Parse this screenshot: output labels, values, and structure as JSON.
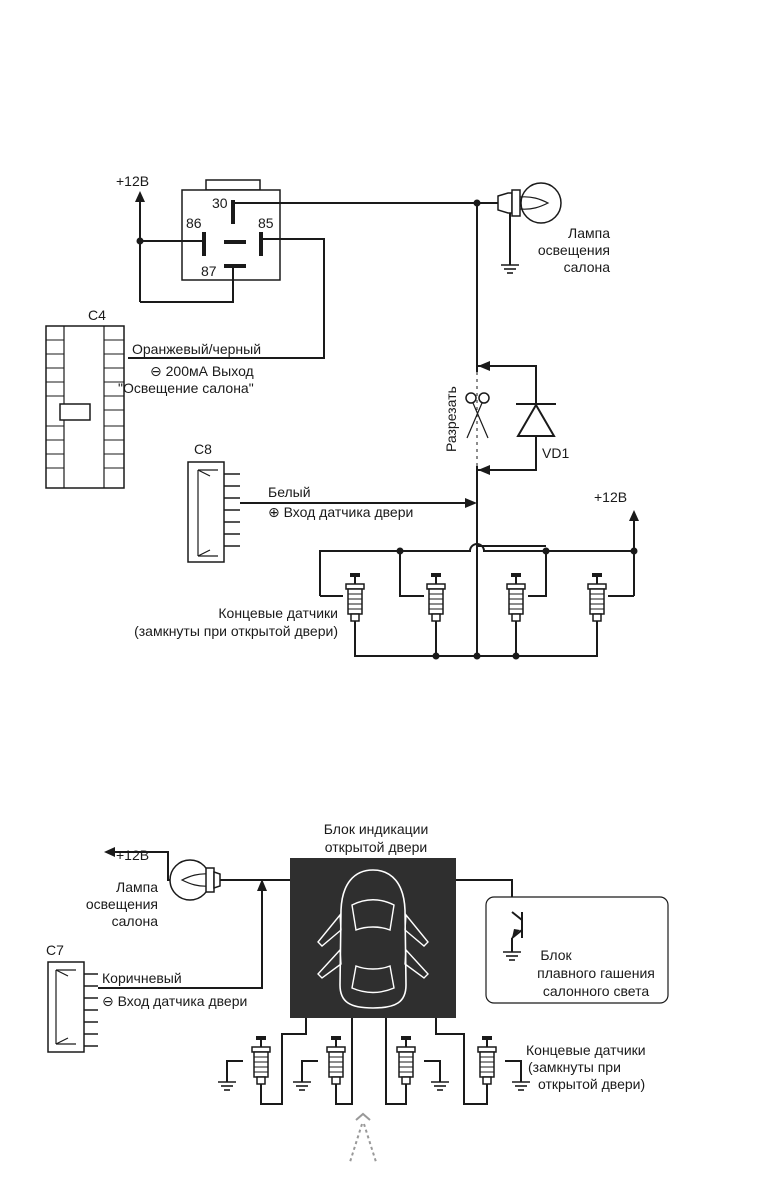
{
  "top": {
    "plus12_left": "+12В",
    "plus12_right": "+12В",
    "relay_pins": [
      "30",
      "86",
      "85",
      "87"
    ],
    "lamp_label": [
      "Лампа",
      "освещения",
      "салона"
    ],
    "c4_label": "С4",
    "c4_wire_color": "Оранжевый/черный",
    "c4_wire_desc": [
      "⊖ 200мА   Выход",
      "\"Освещение салона\""
    ],
    "c8_label": "С8",
    "c8_wire_color": "Белый",
    "c8_wire_desc": "⊕ Вход датчика двери",
    "cut_label": "Разрезать",
    "diode_label": "VD1",
    "switch_label": [
      "Концевые датчики",
      "(замкнуты при открытой двери)"
    ]
  },
  "bottom": {
    "plus12": "+12В",
    "lamp_label": [
      "Лампа",
      "освещения",
      "салона"
    ],
    "indicator_label": [
      "Блок индикации",
      "открытой двери"
    ],
    "c7_label": "С7",
    "c7_wire_color": "Коричневый",
    "c7_wire_desc": "⊖ Вход датчика двери",
    "fade_label": [
      "Блок",
      "плавного гашения",
      "салонного света"
    ],
    "switch_label": [
      "Концевые датчики",
      "(замкнуты при",
      "открытой двери)"
    ]
  }
}
